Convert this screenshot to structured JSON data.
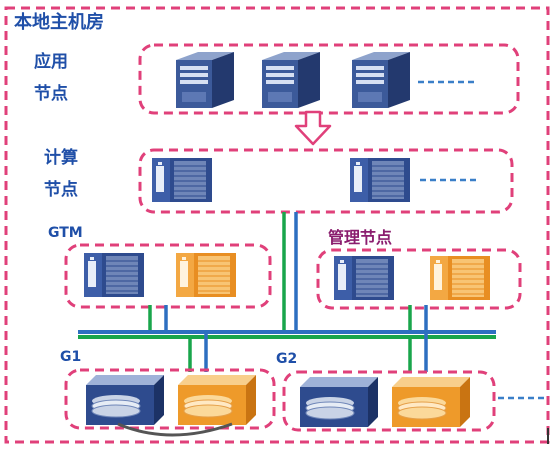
{
  "title": "本地主机房",
  "app_label_line1": "应用",
  "app_label_line2": "节点",
  "compute_label_line1": "计算",
  "compute_label_line2": "节点",
  "gtm_label": "GTM",
  "mgmt_label": "管理节点",
  "g1_label": "G1",
  "g2_label": "G2",
  "colors": {
    "dash_border": "#e0407a",
    "server_blue": "#2e4b8e",
    "server_orange": "#f0a13a",
    "bus_blue": "#2d6fc0",
    "bus_green": "#19a54b",
    "ellipsis_blue": "#3a7fc8",
    "arrow_pink": "#e0407a"
  },
  "icons": [
    "tower-server-icon",
    "rack-server-icon",
    "storage-server-icon",
    "down-arrow-icon",
    "ellipsis-dashes-icon"
  ]
}
